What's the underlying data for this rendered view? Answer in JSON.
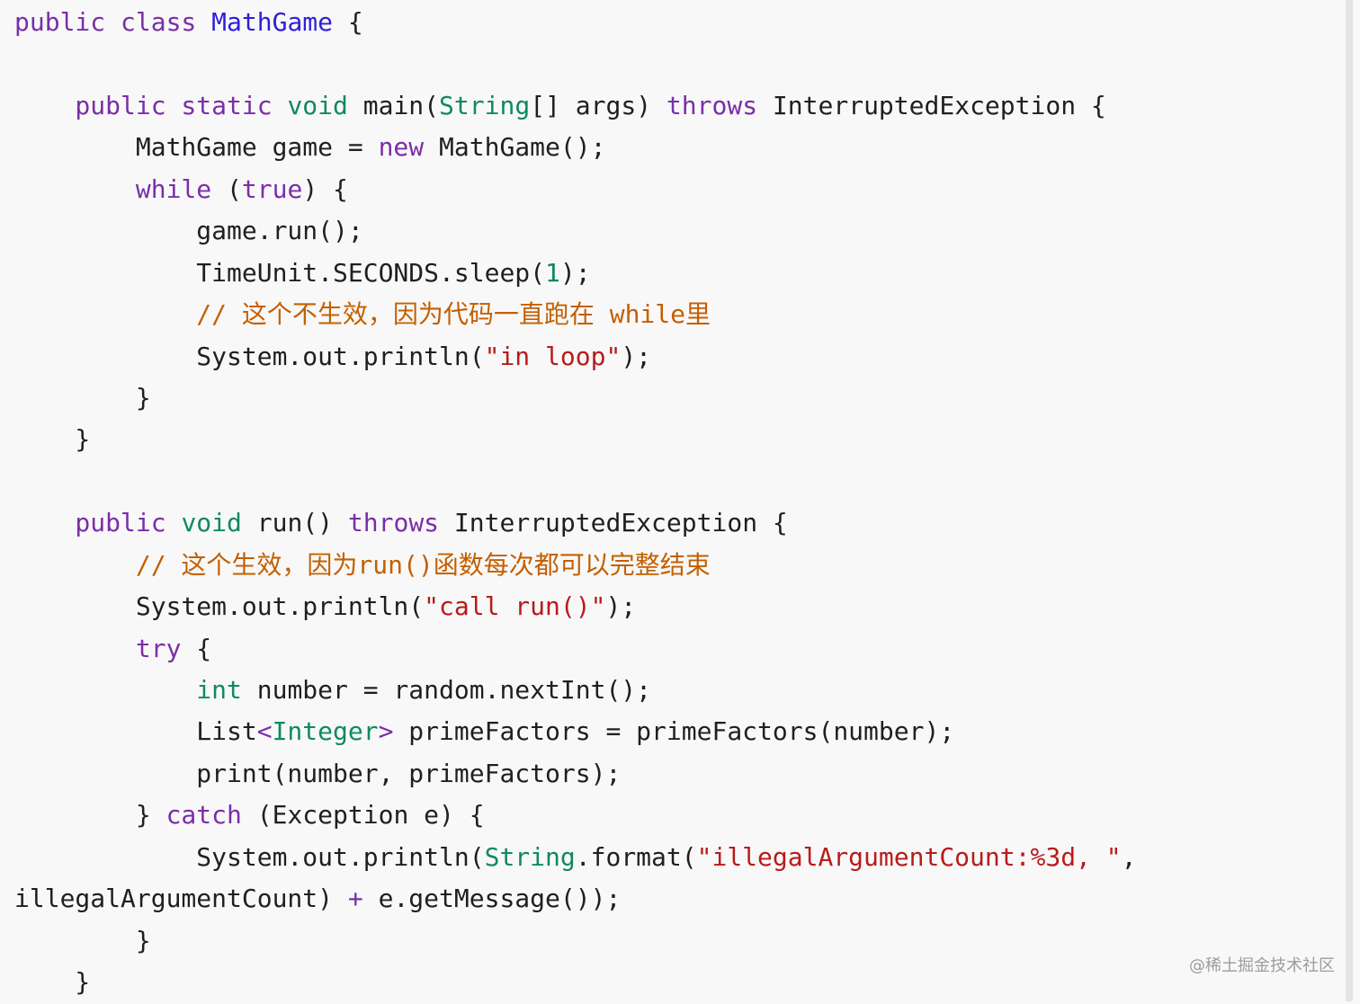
{
  "code": {
    "lines": [
      [
        {
          "text": "public class ",
          "type": "keyword"
        },
        {
          "text": "MathGame",
          "type": "class"
        },
        {
          "text": " {",
          "type": "plain"
        }
      ],
      [],
      [
        {
          "text": "    public static ",
          "type": "keyword"
        },
        {
          "text": "void",
          "type": "type"
        },
        {
          "text": " main(",
          "type": "plain"
        },
        {
          "text": "String",
          "type": "type"
        },
        {
          "text": "[] args) ",
          "type": "plain"
        },
        {
          "text": "throws",
          "type": "keyword"
        },
        {
          "text": " InterruptedException {",
          "type": "plain"
        }
      ],
      [
        {
          "text": "        MathGame game = ",
          "type": "plain"
        },
        {
          "text": "new",
          "type": "keyword"
        },
        {
          "text": " MathGame();",
          "type": "plain"
        }
      ],
      [
        {
          "text": "        while",
          "type": "keyword"
        },
        {
          "text": " (",
          "type": "plain"
        },
        {
          "text": "true",
          "type": "keyword"
        },
        {
          "text": ") {",
          "type": "plain"
        }
      ],
      [
        {
          "text": "            game.run();",
          "type": "plain"
        }
      ],
      [
        {
          "text": "            TimeUnit.SECONDS.sleep(",
          "type": "plain"
        },
        {
          "text": "1",
          "type": "number"
        },
        {
          "text": ");",
          "type": "plain"
        }
      ],
      [
        {
          "text": "            // 这个不生效，因为代码一直跑在 while里",
          "type": "comment"
        }
      ],
      [
        {
          "text": "            System.out.println(",
          "type": "plain"
        },
        {
          "text": "\"in loop\"",
          "type": "string"
        },
        {
          "text": ");",
          "type": "plain"
        }
      ],
      [
        {
          "text": "        }",
          "type": "plain"
        }
      ],
      [
        {
          "text": "    }",
          "type": "plain"
        }
      ],
      [],
      [
        {
          "text": "    public ",
          "type": "keyword"
        },
        {
          "text": "void",
          "type": "type"
        },
        {
          "text": " run() ",
          "type": "plain"
        },
        {
          "text": "throws",
          "type": "keyword"
        },
        {
          "text": " InterruptedException {",
          "type": "plain"
        }
      ],
      [
        {
          "text": "        // 这个生效，因为run()函数每次都可以完整结束",
          "type": "comment"
        }
      ],
      [
        {
          "text": "        System.out.println(",
          "type": "plain"
        },
        {
          "text": "\"call run()\"",
          "type": "string"
        },
        {
          "text": ");",
          "type": "plain"
        }
      ],
      [
        {
          "text": "        try",
          "type": "keyword"
        },
        {
          "text": " {",
          "type": "plain"
        }
      ],
      [
        {
          "text": "            int",
          "type": "type"
        },
        {
          "text": " number = random.nextInt();",
          "type": "plain"
        }
      ],
      [
        {
          "text": "            List",
          "type": "plain"
        },
        {
          "text": "<",
          "type": "keyword"
        },
        {
          "text": "Integer",
          "type": "type"
        },
        {
          "text": ">",
          "type": "keyword"
        },
        {
          "text": " primeFactors = primeFactors(number);",
          "type": "plain"
        }
      ],
      [
        {
          "text": "            print(number, primeFactors);",
          "type": "plain"
        }
      ],
      [
        {
          "text": "        } ",
          "type": "plain"
        },
        {
          "text": "catch",
          "type": "keyword"
        },
        {
          "text": " (Exception e) {",
          "type": "plain"
        }
      ],
      [
        {
          "text": "            System.out.println(",
          "type": "plain"
        },
        {
          "text": "String",
          "type": "type"
        },
        {
          "text": ".format(",
          "type": "plain"
        },
        {
          "text": "\"illegalArgumentCount:%3d, \"",
          "type": "string"
        },
        {
          "text": ",",
          "type": "plain"
        }
      ],
      [
        {
          "text": "illegalArgumentCount) ",
          "type": "plain"
        },
        {
          "text": "+",
          "type": "keyword"
        },
        {
          "text": " e.getMessage());",
          "type": "plain"
        }
      ],
      [
        {
          "text": "        }",
          "type": "plain"
        }
      ],
      [
        {
          "text": "    }",
          "type": "plain"
        }
      ]
    ]
  },
  "watermark": "@稀土掘金技术社区"
}
